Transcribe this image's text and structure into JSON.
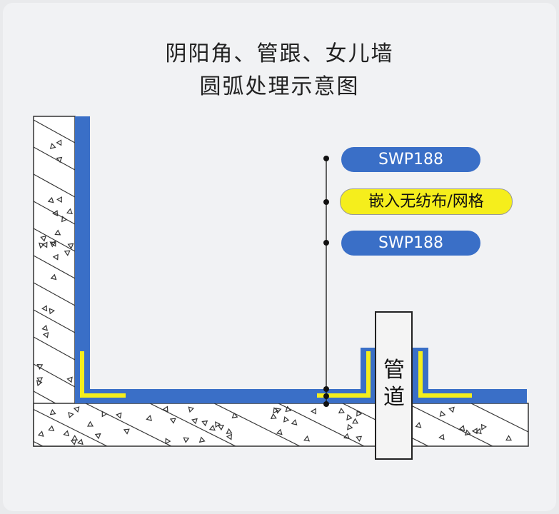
{
  "title": {
    "line1": "阴阳角、管跟、女儿墙",
    "line2": "圆弧处理示意图"
  },
  "labels": [
    {
      "text": "SWP188",
      "color": "#3a6fc7"
    },
    {
      "text": "嵌入无纺布/网格",
      "color": "#f5ee1c"
    },
    {
      "text": "SWP188",
      "color": "#3a6fc7"
    }
  ],
  "pipe": {
    "label_line1": "管",
    "label_line2": "道"
  },
  "colors": {
    "membrane": "#3a6fc7",
    "fabric": "#f5ee1c",
    "concrete": "#ffffff"
  }
}
